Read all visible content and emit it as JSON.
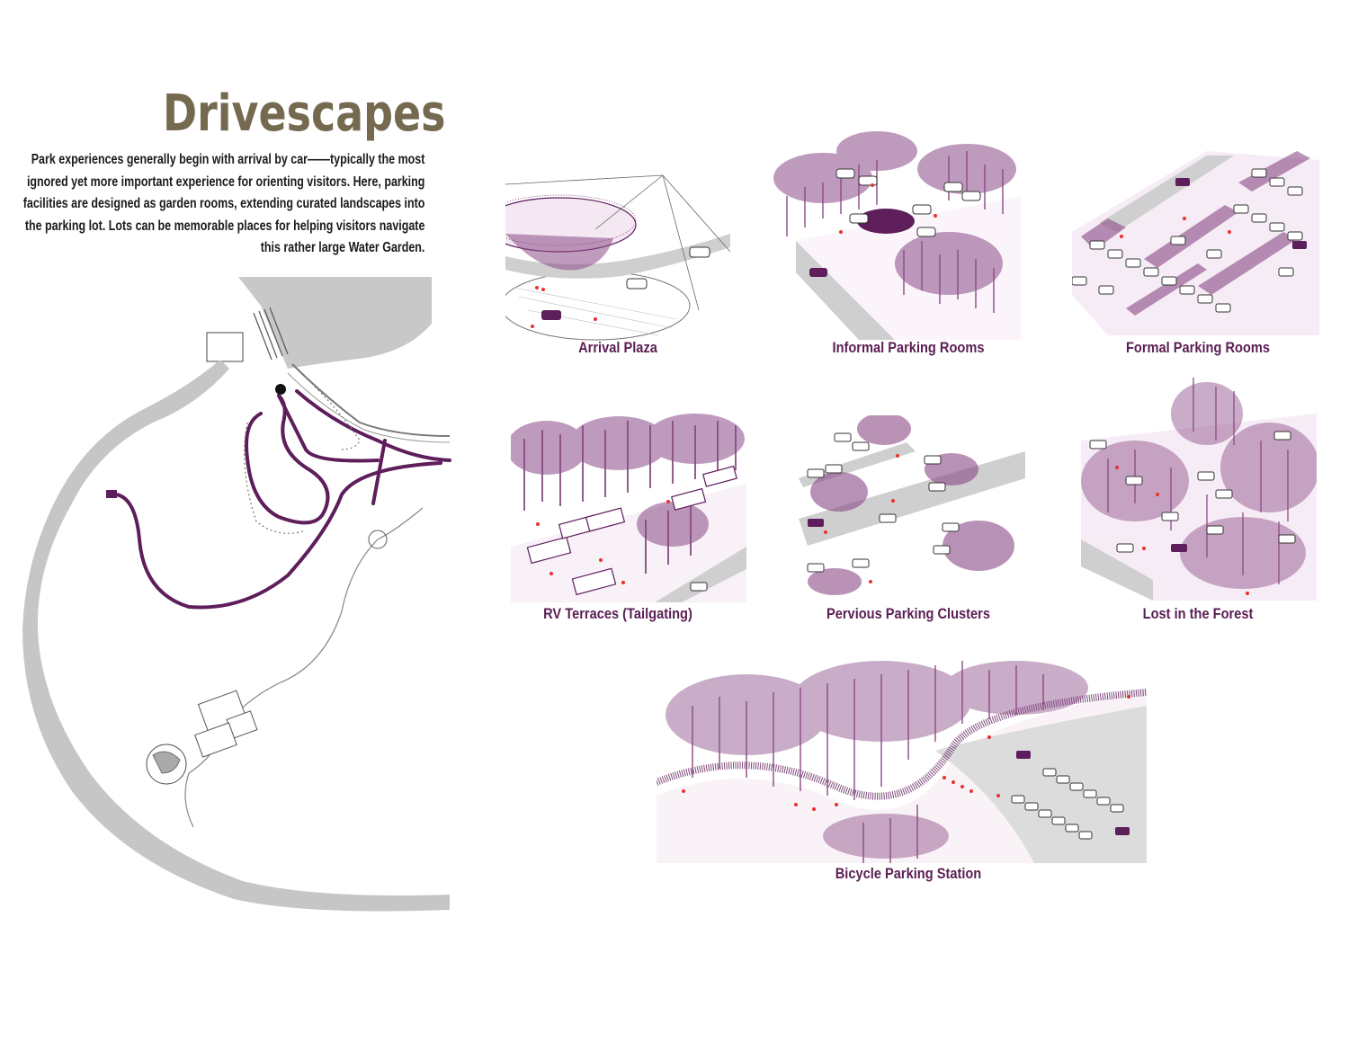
{
  "header": {
    "title": "Drivescapes",
    "intro": "Park experiences generally begin with arrival by car——typically the most ignored yet more important experience for orienting visitors. Here, parking facilities are designed as garden rooms, extending curated landscapes into the parking lot. Lots can be memorable places for helping visitors navigate this rather large Water Garden."
  },
  "colors": {
    "accent": "#5e1d5b",
    "tree": "#8a4a86",
    "title": "#756a4f",
    "road": "#cfcfcf",
    "people": "#e8312f"
  },
  "panels": [
    {
      "id": "arrival-plaza",
      "caption": "Arrival Plaza"
    },
    {
      "id": "informal-parking-rooms",
      "caption": "Informal Parking Rooms"
    },
    {
      "id": "formal-parking-rooms",
      "caption": "Formal Parking Rooms"
    },
    {
      "id": "rv-terraces",
      "caption": "RV Terraces (Tailgating)"
    },
    {
      "id": "pervious-parking-clusters",
      "caption": "Pervious Parking Clusters"
    },
    {
      "id": "lost-in-the-forest",
      "caption": "Lost in the Forest"
    },
    {
      "id": "bicycle-parking-station",
      "caption": "Bicycle Parking Station"
    }
  ]
}
